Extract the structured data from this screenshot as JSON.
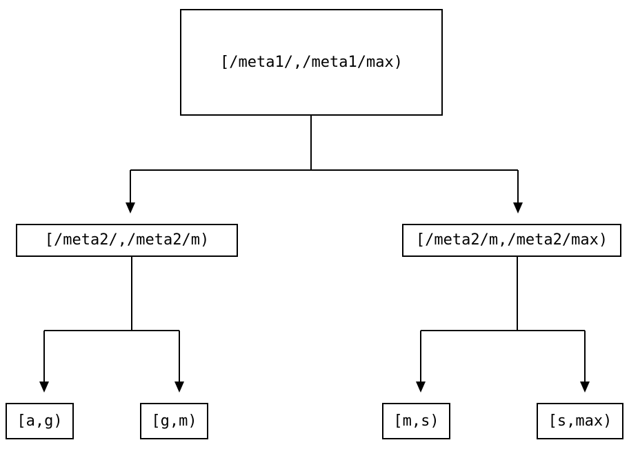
{
  "colors": {
    "background": "#ffffff",
    "line": "#000000",
    "text": "#000000"
  },
  "tree": {
    "root": {
      "label": "[/meta1/,/meta1/max)",
      "children": [
        {
          "label": "[/meta2/,/meta2/m)",
          "children": [
            {
              "label": "[a,g)"
            },
            {
              "label": "[g,m)"
            }
          ]
        },
        {
          "label": "[/meta2/m,/meta2/max)",
          "children": [
            {
              "label": "[m,s)"
            },
            {
              "label": "[s,max)"
            }
          ]
        }
      ]
    }
  }
}
